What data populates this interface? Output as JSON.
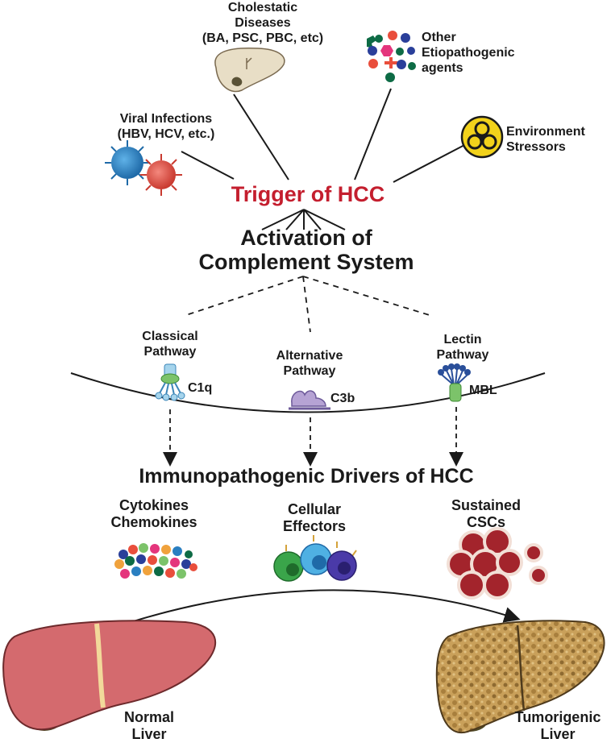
{
  "triggers": {
    "cholestatic": [
      "Cholestatic",
      "Diseases",
      "(BA, PSC, PBC, etc)"
    ],
    "other_agents": [
      "Other",
      "Etiopathogenic",
      "agents"
    ],
    "viral": [
      "Viral Infections",
      "(HBV, HCV, etc.)"
    ],
    "environment": [
      "Environment",
      "Stressors"
    ]
  },
  "trigger_title": "Trigger of HCC",
  "activation": [
    "Activation of",
    "Complement System"
  ],
  "pathways": {
    "classical": [
      "Classical",
      "Pathway"
    ],
    "classical_protein": "C1q",
    "alternative": [
      "Alternative",
      "Pathway"
    ],
    "alternative_protein": "C3b",
    "lectin": [
      "Lectin",
      "Pathway"
    ],
    "lectin_protein": "MBL"
  },
  "drivers_title": "Immunopathogenic Drivers of HCC",
  "drivers": {
    "cytokines": [
      "Cytokines",
      "Chemokines"
    ],
    "cellular": [
      "Cellular",
      "Effectors"
    ],
    "cscs": [
      "Sustained",
      "CSCs"
    ]
  },
  "livers": {
    "normal": [
      "Normal",
      "Liver"
    ],
    "tumorigenic": [
      "Tumorigenic",
      "Liver"
    ]
  },
  "colors": {
    "trigger_red": "#c41e2e",
    "normal_liver": "#d46a6e",
    "tumor_liver": "#c9a05a",
    "virus_blue": "#2a7fc1",
    "virus_red": "#e2574c",
    "biohazard_yellow": "#f2d21b",
    "complement_blue": "#5aa9d6",
    "c3b_purple": "#9b7fc0",
    "mbl_green": "#7cc36a"
  }
}
